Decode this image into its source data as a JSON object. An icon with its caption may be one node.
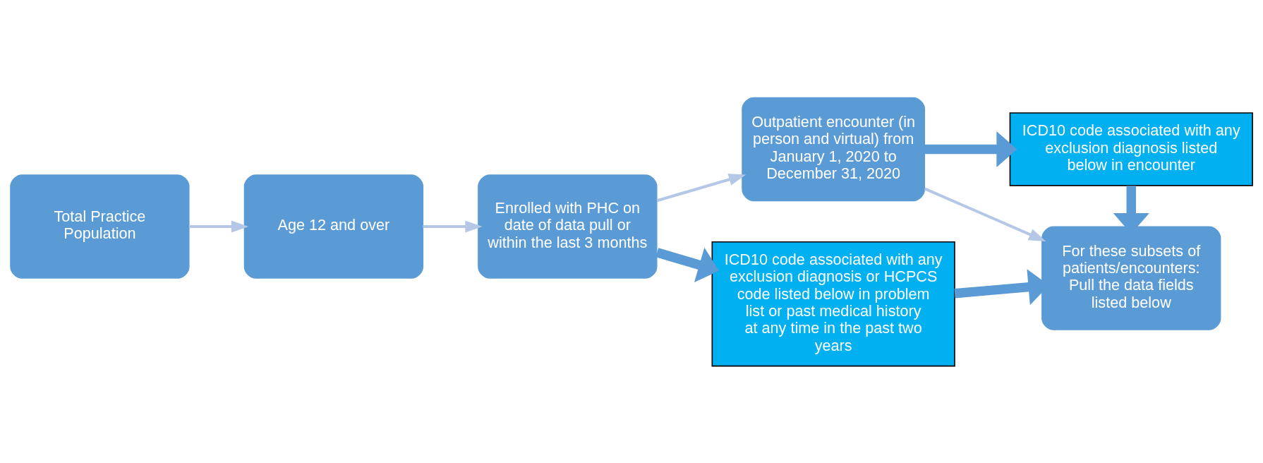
{
  "diagram": {
    "nodes": [
      {
        "text": [
          "Total Practice Population"
        ]
      },
      {
        "text": [
          "Age 12 and over"
        ]
      },
      {
        "text": [
          "Enrolled with PHC on date of data pull or within the last 3 months"
        ]
      },
      {
        "text": [
          "Outpatient encounter (in person and virtual) from January 1, 2020 to December 31, 2020"
        ]
      },
      {
        "text": [
          "For these subsets of patients/encounters: Pull the data fields listed below"
        ]
      },
      {
        "text": [
          "ICD10 code associated with any exclusion diagnosis listed below in encounter"
        ]
      },
      {
        "text": [
          "ICD10 code associated with any exclusion diagnosis or HCPCS code listed below in problem list or past medical history at any time in the past two years"
        ]
      }
    ],
    "edges": [
      {
        "from": 0,
        "to": 1,
        "arrow": "to",
        "color": "#b4c7e7"
      },
      {
        "from": 1,
        "to": 2,
        "arrow": "to",
        "color": "#b4c7e7"
      },
      {
        "from": 2,
        "to": 3,
        "arrow": "to",
        "color": "#b4c7e7"
      },
      {
        "from": 3,
        "to": 4,
        "arrow": "to",
        "color": "#b4c7e7"
      },
      {
        "from": 3,
        "to": 5,
        "arrow": "to",
        "style": "thick"
      },
      {
        "from": 5,
        "to": 4,
        "arrow": "to",
        "style": "thick"
      },
      {
        "from": 2,
        "to": 6,
        "arrow": "to",
        "style": "thick"
      },
      {
        "from": 6,
        "to": 4,
        "arrow": "to",
        "style": "thick"
      }
    ]
  }
}
